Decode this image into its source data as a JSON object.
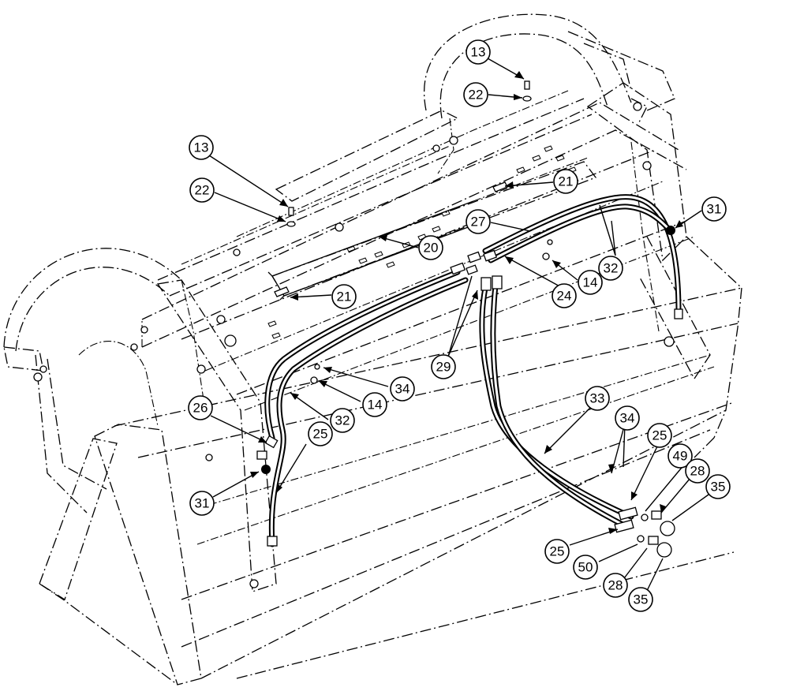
{
  "callouts": [
    {
      "id": "c13a",
      "label": "13"
    },
    {
      "id": "c22a",
      "label": "22"
    },
    {
      "id": "c13b",
      "label": "13"
    },
    {
      "id": "c22b",
      "label": "22"
    },
    {
      "id": "c21a",
      "label": "21"
    },
    {
      "id": "c31a",
      "label": "31"
    },
    {
      "id": "c27",
      "label": "27"
    },
    {
      "id": "c20",
      "label": "20"
    },
    {
      "id": "c32a",
      "label": "32"
    },
    {
      "id": "c14a",
      "label": "14"
    },
    {
      "id": "c21b",
      "label": "21"
    },
    {
      "id": "c24",
      "label": "24"
    },
    {
      "id": "c29",
      "label": "29"
    },
    {
      "id": "c34a",
      "label": "34"
    },
    {
      "id": "c14b",
      "label": "14"
    },
    {
      "id": "c32b",
      "label": "32"
    },
    {
      "id": "c26",
      "label": "26"
    },
    {
      "id": "c25a",
      "label": "25"
    },
    {
      "id": "c31b",
      "label": "31"
    },
    {
      "id": "c33",
      "label": "33"
    },
    {
      "id": "c34b",
      "label": "34"
    },
    {
      "id": "c25b",
      "label": "25"
    },
    {
      "id": "c49",
      "label": "49"
    },
    {
      "id": "c28a",
      "label": "28"
    },
    {
      "id": "c35a",
      "label": "35"
    },
    {
      "id": "c25c",
      "label": "25"
    },
    {
      "id": "c50",
      "label": "50"
    },
    {
      "id": "c28b",
      "label": "28"
    },
    {
      "id": "c35b",
      "label": "35"
    }
  ],
  "colors": {
    "line": "#000000",
    "background": "#ffffff"
  }
}
